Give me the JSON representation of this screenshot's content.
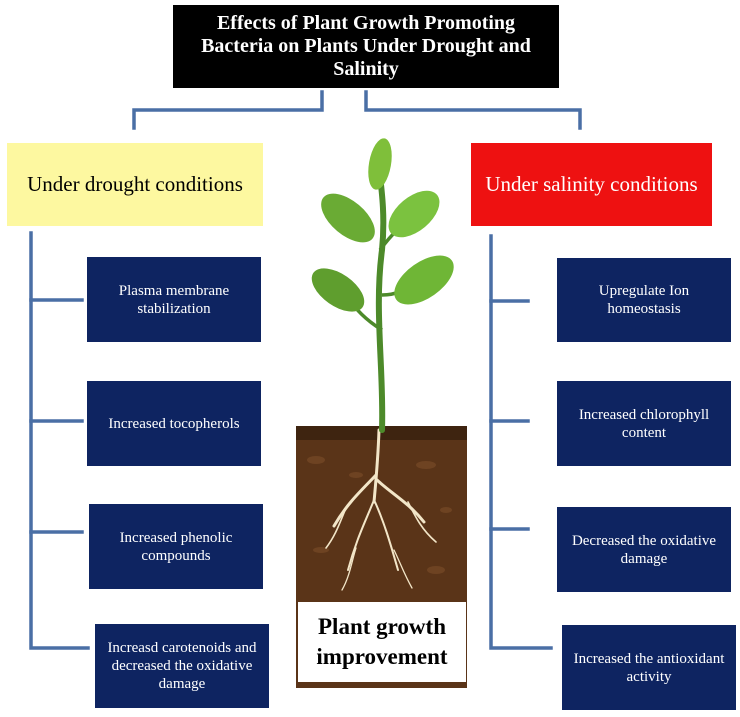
{
  "title": "Effects of Plant Growth Promoting Bacteria on Plants Under Drought and Salinity",
  "drought": {
    "header": "Under drought conditions",
    "items": [
      "Plasma membrane stabilization",
      "Increased tocopherols",
      "Increased phenolic compounds",
      "Increasd carotenoids and decreased the oxidative damage"
    ]
  },
  "salinity": {
    "header": "Under salinity conditions",
    "items": [
      "Upregulate Ion homeostasis",
      "Increased chlorophyll content",
      "Decreased the oxidative damage",
      "Increased the antioxidant activity"
    ]
  },
  "center": {
    "label": "Plant growth improvement"
  },
  "colors": {
    "title_bg": "#000000",
    "drought_header_bg": "#fdf8a0",
    "salinity_header_bg": "#ee1111",
    "effect_box_bg": "#0e2461",
    "connector": "#4a6fa5"
  }
}
